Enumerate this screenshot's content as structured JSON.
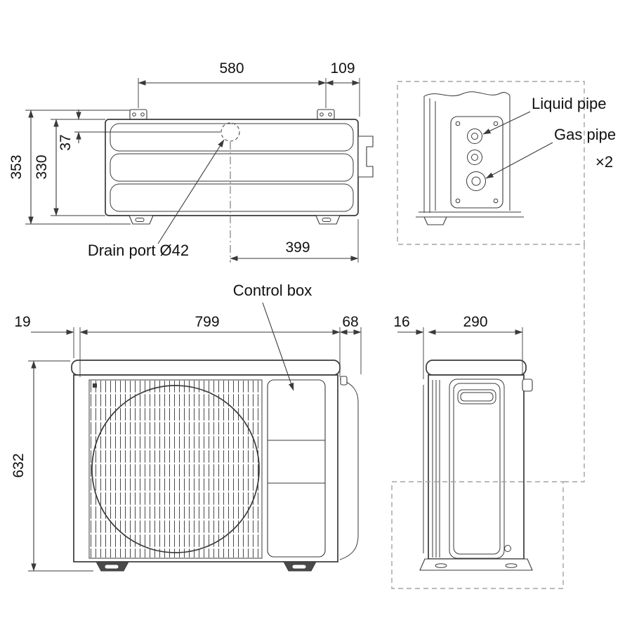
{
  "drawing": {
    "top_view": {
      "dim_580": "580",
      "dim_109": "109",
      "dim_353": "353",
      "dim_330": "330",
      "dim_37": "37",
      "dim_399": "399",
      "drain_port_label": "Drain port  Ø42"
    },
    "pipe_detail": {
      "liquid_pipe_label": "Liquid pipe",
      "gas_pipe_label": "Gas pipe",
      "quantity_label": "×2"
    },
    "front_view": {
      "control_box_label": "Control box",
      "dim_19": "19",
      "dim_799": "799",
      "dim_68": "68",
      "dim_632": "632"
    },
    "side_view": {
      "dim_16": "16",
      "dim_290": "290"
    }
  },
  "colors": {
    "line": "#3a3a3a",
    "dashed_box": "#a3a3a3",
    "text": "#111111",
    "background": "#ffffff"
  }
}
